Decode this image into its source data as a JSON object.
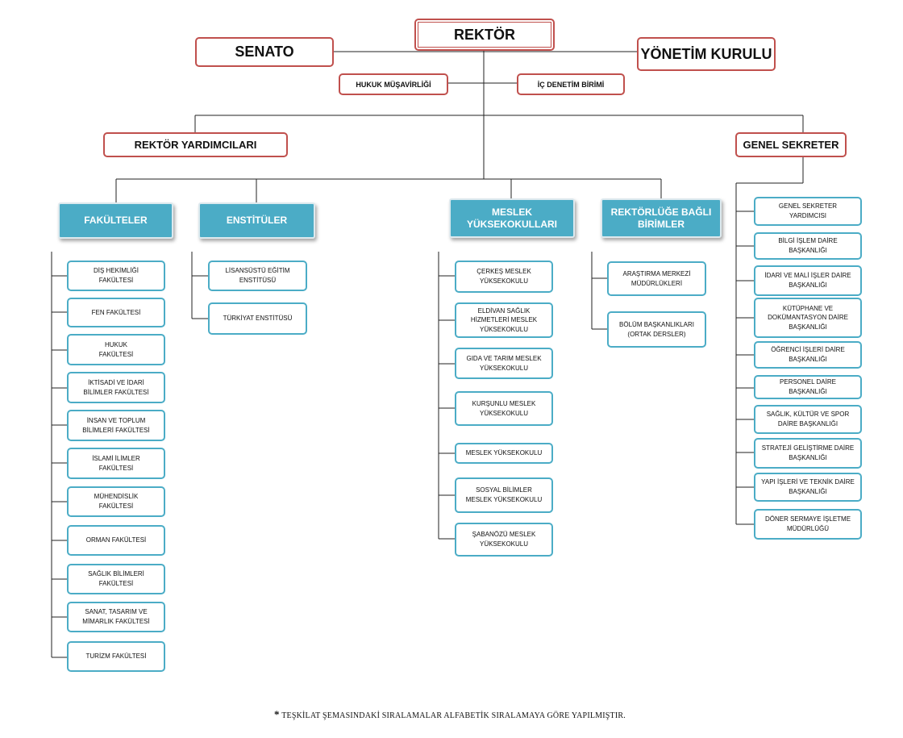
{
  "rektor": "REKTÖR",
  "senato": "SENATO",
  "yonetim_kurulu": "YÖNETİM KURULU",
  "hukuk": "HUKUK MÜŞAVİRLİĞİ",
  "ic_denetim": "İÇ DENETİM BİRİMİ",
  "rektor_yardimcilari": "REKTÖR YARDIMCILARI",
  "genel_sekreter": "GENEL SEKRETER",
  "categories": {
    "fakulteler": "FAKÜLTELER",
    "enstituler": "ENSTİTÜLER",
    "meslek_yuksekokullari": "MESLEK\nYÜKSEKOKULLARI",
    "rektorluge_bagli": "REKTÖRLÜĞE BAĞLI\nBİRİMLER"
  },
  "fakulteler": [
    "DİŞ HEKİMLİĞİ\nFAKÜLTESİ",
    "FEN FAKÜLTESİ",
    "HUKUK\nFAKÜLTESİ",
    "İKTİSADİ VE İDARİ\nBİLİMLER FAKÜLTESİ",
    "İNSAN VE TOPLUM\nBİLİMLERİ FAKÜLTESİ",
    "İSLAMİ İLİMLER\nFAKÜLTESİ",
    "MÜHENDİSLİK\nFAKÜLTESİ",
    "ORMAN FAKÜLTESİ",
    "SAĞLIK BİLİMLERİ\nFAKÜLTESİ",
    "SANAT, TASARIM VE\nMİMARLIK FAKÜLTESİ",
    "TURİZM FAKÜLTESİ"
  ],
  "enstituler": [
    "LİSANSÜSTÜ EĞİTİM\nENSTİTÜSÜ",
    "TÜRKİYAT ENSTİTÜSÜ"
  ],
  "meslek_yuksekokullari": [
    "ÇERKEŞ MESLEK\nYÜKSEKOKULU",
    "ELDİVAN SAĞLIK\nHİZMETLERİ MESLEK\nYÜKSEKOKULU",
    "GIDA VE TARIM MESLEK\nYÜKSEKOKULU",
    "KURŞUNLU MESLEK\nYÜKSEKOKULU",
    "MESLEK YÜKSEKOKULU",
    "SOSYAL BİLİMLER\nMESLEK YÜKSEKOKULU",
    "ŞABANÖZÜ MESLEK\nYÜKSEKOKULU"
  ],
  "rektorluge_bagli": [
    "ARAŞTIRMA MERKEZİ\nMÜDÜRLÜKLERİ",
    "BÖLÜM BAŞKANLIKLARI\n(ORTAK DERSLER)"
  ],
  "genel_sekreter_birimleri": [
    "GENEL SEKRETER YARDIMCISI",
    "BİLGİ İŞLEM DAİRE\nBAŞKANLIĞI",
    "İDARİ VE MALİ İŞLER DAİRE\nBAŞKANLIĞI",
    "KÜTÜPHANE VE\nDOKÜMANTASYON DAİRE\nBAŞKANLIĞI",
    "ÖĞRENCİ İŞLERİ DAİRE\nBAŞKANLIĞI",
    "PERSONEL DAİRE BAŞKANLIĞI",
    "SAĞLIK, KÜLTÜR VE SPOR\nDAİRE BAŞKANLIĞI",
    "STRATEJİ GELİŞTİRME DAİRE\nBAŞKANLIĞI",
    "YAPI İŞLERİ VE TEKNİK DAİRE\nBAŞKANLIĞI",
    "DÖNER SERMAYE İŞLETME\nMÜDÜRLÜĞÜ"
  ],
  "footnote_star": "*",
  "footnote": " TEŞKİLAT ŞEMASINDAKİ SIRALAMALAR ALFABETİK SIRALAMAYA GÖRE YAPILMIŞTIR.",
  "colors": {
    "red": "#c0504d",
    "blue": "#4bacc6"
  }
}
